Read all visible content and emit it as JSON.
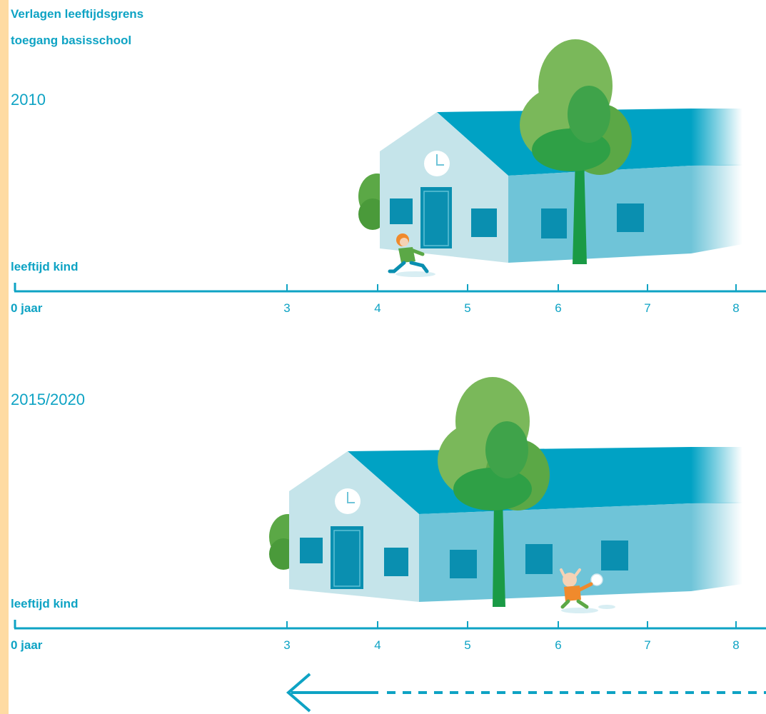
{
  "title": {
    "line1": "Verlagen leeftijdsgrens",
    "line2": "toegang basisschool"
  },
  "timelines": [
    {
      "year_label": "2010",
      "axis_label": "leeftijd kind",
      "start_label": "0 jaar",
      "ticks": [
        "3",
        "4",
        "5",
        "6",
        "7",
        "8"
      ],
      "school_entry_age": 4
    },
    {
      "year_label": "2015/2020",
      "axis_label": "leeftijd kind",
      "start_label": "0 jaar",
      "ticks": [
        "3",
        "4",
        "5",
        "6",
        "7",
        "8"
      ],
      "school_entry_age": 3
    }
  ],
  "arrow_direction": "left",
  "colors": {
    "accent": "#0ea3c4",
    "margin": "#fedba2",
    "roof": "#00a2c4",
    "wall_front": "#c5e4ea",
    "wall_side": "#6fc4d8",
    "tree_light": "#7ab85a",
    "tree_dark": "#1a9a45"
  }
}
